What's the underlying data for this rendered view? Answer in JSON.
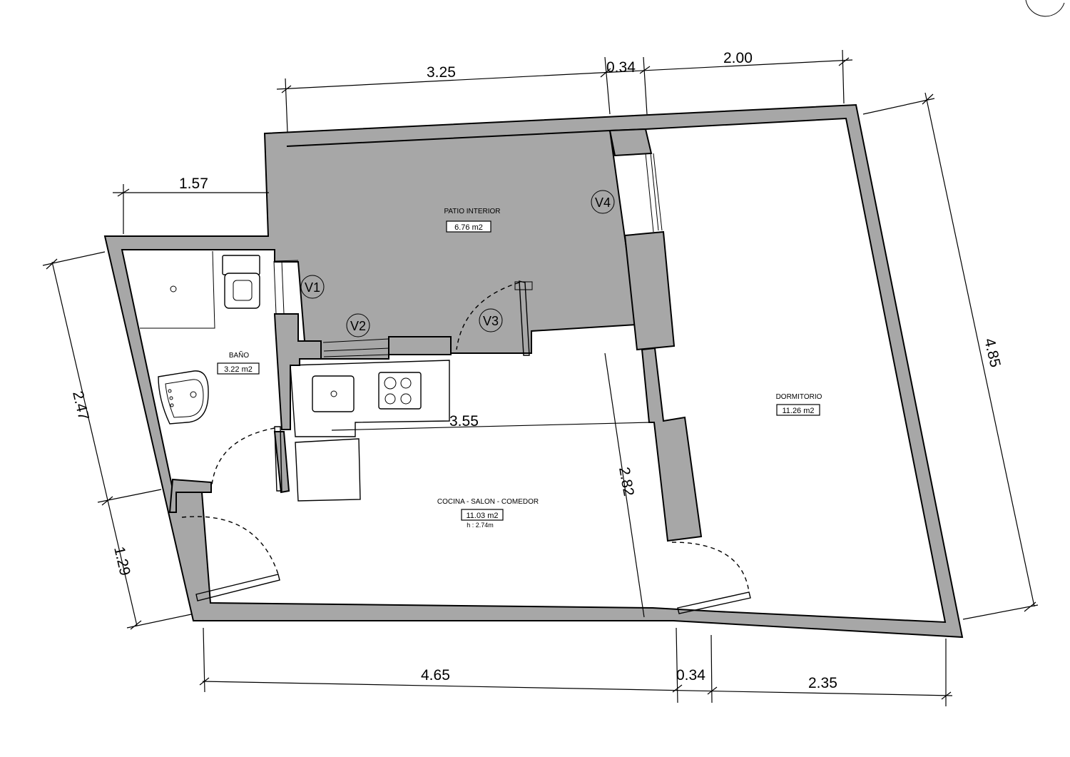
{
  "rooms": {
    "patio": {
      "name": "PATIO INTERIOR",
      "area": "6.76 m2"
    },
    "bano": {
      "name": "BAÑO",
      "area": "3.22 m2"
    },
    "dormitorio": {
      "name": "DORMITORIO",
      "area": "11.26 m2"
    },
    "cocina": {
      "name": "COCINA - SALON - COMEDOR",
      "area": "11.03 m2",
      "height": "h : 2.74m"
    }
  },
  "windows": {
    "v1": "V1",
    "v2": "V2",
    "v3": "V3",
    "v4": "V4"
  },
  "dimensions": {
    "top_patio": "3.25",
    "top_partition": "0.34",
    "top_dorm": "2.00",
    "bath_top": "1.57",
    "left_bath": "2.47",
    "left_entry": "1.29",
    "right_side": "4.85",
    "kitchen_width": "3.55",
    "living_depth": "2.82",
    "bottom_living": "4.65",
    "bottom_partition": "0.34",
    "bottom_dorm": "2.35"
  },
  "colors": {
    "wall": "#a7a7a7",
    "line": "#000000",
    "background": "#ffffff"
  }
}
